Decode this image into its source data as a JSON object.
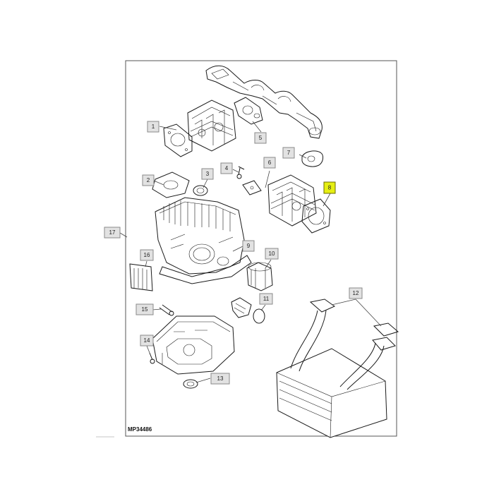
{
  "diagram": {
    "reference_code": "MP34486",
    "callouts": [
      {
        "id": "1",
        "label": "1"
      },
      {
        "id": "2",
        "label": "2"
      },
      {
        "id": "3",
        "label": "3"
      },
      {
        "id": "4",
        "label": "4"
      },
      {
        "id": "5",
        "label": "5"
      },
      {
        "id": "6",
        "label": "6"
      },
      {
        "id": "7",
        "label": "7"
      },
      {
        "id": "8",
        "label": "8",
        "highlighted": true
      },
      {
        "id": "9",
        "label": "9"
      },
      {
        "id": "10",
        "label": "10"
      },
      {
        "id": "11",
        "label": "11"
      },
      {
        "id": "12",
        "label": "12"
      },
      {
        "id": "13",
        "label": "13"
      },
      {
        "id": "14",
        "label": "14"
      },
      {
        "id": "15",
        "label": "15"
      },
      {
        "id": "16",
        "label": "16"
      },
      {
        "id": "17",
        "label": "17"
      }
    ],
    "colors": {
      "highlight": "#e6ef12",
      "callout_fill": "#e2e2e2",
      "line": "#1a1a1a"
    }
  }
}
